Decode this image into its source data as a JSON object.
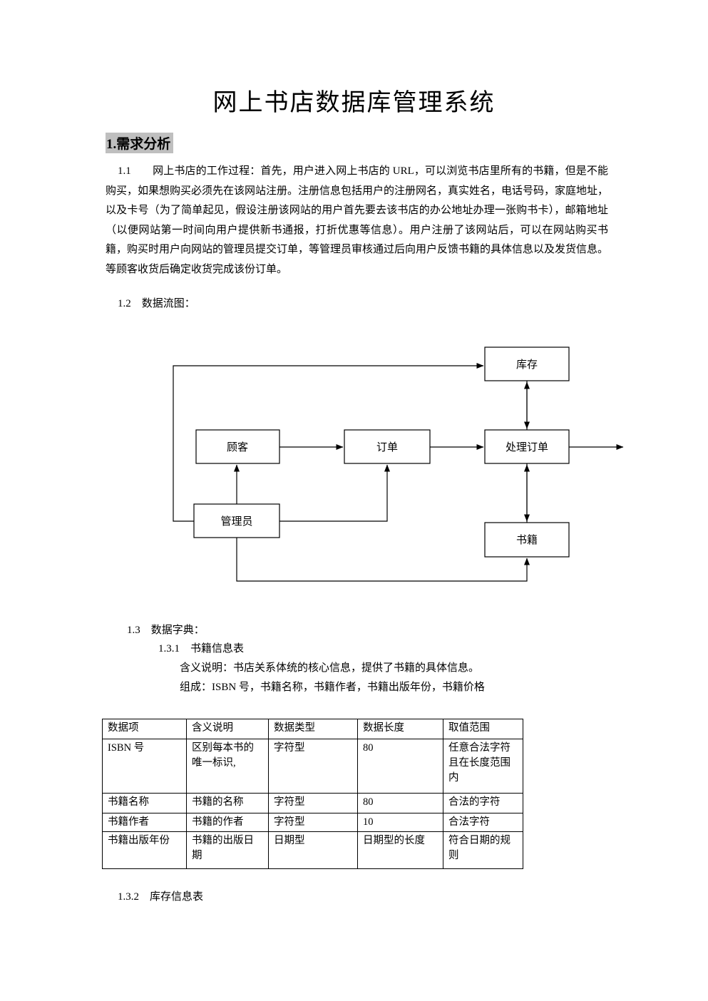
{
  "colors": {
    "highlight": "#bfbfbf"
  },
  "doc": {
    "title": "网上书店数据库管理系统",
    "heading1": "1.需求分析",
    "para_1_1": "1.1　　网上书店的工作过程：首先，用户进入网上书店的 URL，可以浏览书店里所有的书籍，但是不能购买，如果想购买必须先在该网站注册。注册信息包括用户的注册网名，真实姓名，电话号码，家庭地址，以及卡号（为了简单起见，假设注册该网站的用户首先要去该书店的办公地址办理一张购书卡），邮箱地址（以便网站第一时间向用户提供新书通报，打折优惠等信息）。用户注册了该网站后，可以在网站购买书籍，购买时用户向网站的管理员提交订单，等管理员审核通过后向用户反馈书籍的具体信息以及发货信息。等顾客收货后确定收货完成该份订单。",
    "label_1_2": "1.2　数据流图：",
    "label_1_3": "1.3　数据字典：",
    "label_1_3_1": "1.3.1　书籍信息表",
    "label_meaning": "含义说明：书店关系体统的核心信息，提供了书籍的具体信息。",
    "label_compose": "组成：ISBN 号，书籍名称，书籍作者，书籍出版年份，书籍价格",
    "label_1_3_2": "1.3.2　库存信息表"
  },
  "diagram": {
    "nodes": {
      "inventory": "库存",
      "customer": "顾客",
      "order": "订单",
      "process_order": "处理订单",
      "admin": "管理员",
      "books": "书籍"
    }
  },
  "table": {
    "headers": [
      "数据项",
      "含义说明",
      "数据类型",
      "数据长度",
      "取值范围"
    ],
    "rows": [
      [
        "ISBN 号",
        "区别每本书的唯一标识,",
        "字符型",
        "80",
        "任意合法字符且在长度范围内"
      ],
      [
        "书籍名称",
        "书籍的名称",
        "字符型",
        "80",
        "合法的字符"
      ],
      [
        "书籍作者",
        "书籍的作者",
        "字符型",
        "10",
        "合法字符"
      ],
      [
        "书籍出版年份",
        "书籍的出版日期",
        "日期型",
        "日期型的长度",
        "符合日期的规则"
      ]
    ]
  }
}
